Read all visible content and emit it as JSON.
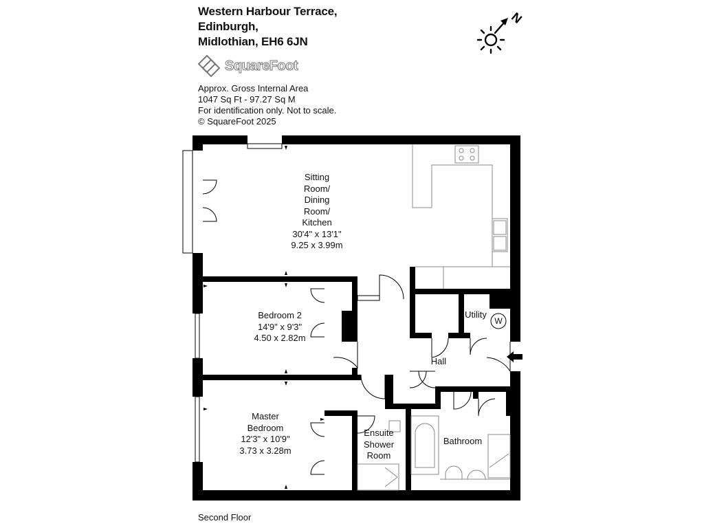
{
  "address": {
    "line1": "Western Harbour Terrace,",
    "line2": "Edinburgh,",
    "line3": "Midlothian, EH6 6JN"
  },
  "logo": {
    "text": "SquareFoot"
  },
  "info": {
    "area_title": "Approx. Gross Internal Area",
    "area_values": "1047 Sq Ft  -  97.27 Sq M",
    "disclaimer": "For identification only. Not to scale.",
    "copyright": "© SquareFoot 2025"
  },
  "compass": {
    "letter": "N"
  },
  "rooms": {
    "sitting": {
      "l1": "Sitting",
      "l2": "Room/",
      "l3": "Dining",
      "l4": "Room/",
      "l5": "Kitchen",
      "imperial": "30'4\" x 13'1\"",
      "metric": "9.25 x 3.99m"
    },
    "bedroom2": {
      "name": "Bedroom 2",
      "imperial": "14'9\" x 9'3\"",
      "metric": "4.50 x 2.82m"
    },
    "master": {
      "l1": "Master",
      "l2": "Bedroom",
      "imperial": "12'3\" x 10'9\"",
      "metric": "3.73 x 3.28m"
    },
    "ensuite": {
      "l1": "Ensuite",
      "l2": "Shower",
      "l3": "Room"
    },
    "hall": {
      "name": "Hall"
    },
    "utility": {
      "name": "Utility"
    },
    "washer": {
      "symbol": "W"
    },
    "bathroom": {
      "name": "Bathroom"
    }
  },
  "floor": {
    "label": "Second Floor"
  },
  "colors": {
    "wall": "#000000",
    "fixture": "#888888",
    "logo": "#777777"
  }
}
